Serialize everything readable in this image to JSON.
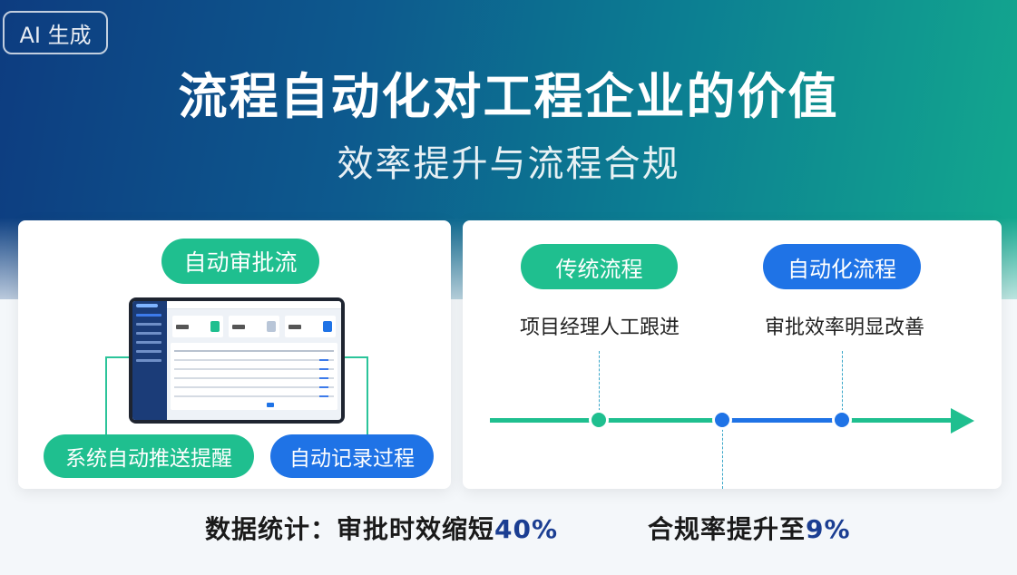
{
  "badge": "AI 生成",
  "title": "流程自动化对工程企业的价值",
  "subtitle": "效率提升与流程合规",
  "left_card": {
    "header_pill": "自动审批流",
    "pill_push": "系统自动推送提醒",
    "pill_record": "自动记录过程",
    "laptop_description_icon": "dashboard-screen"
  },
  "right_card": {
    "traditional": {
      "pill": "传统流程",
      "caption": "项目经理人工跟进"
    },
    "automated": {
      "pill": "自动化流程",
      "caption": "审批效率明显改善"
    }
  },
  "stats": {
    "prefix": "数据统计：审批时效缩短",
    "efficiency_value": "40%",
    "compliance_label": "合规率提升至",
    "compliance_value": "9%"
  },
  "colors": {
    "green": "#1fbf8f",
    "blue": "#1f73e6",
    "navy_highlight": "#1b3e92"
  }
}
